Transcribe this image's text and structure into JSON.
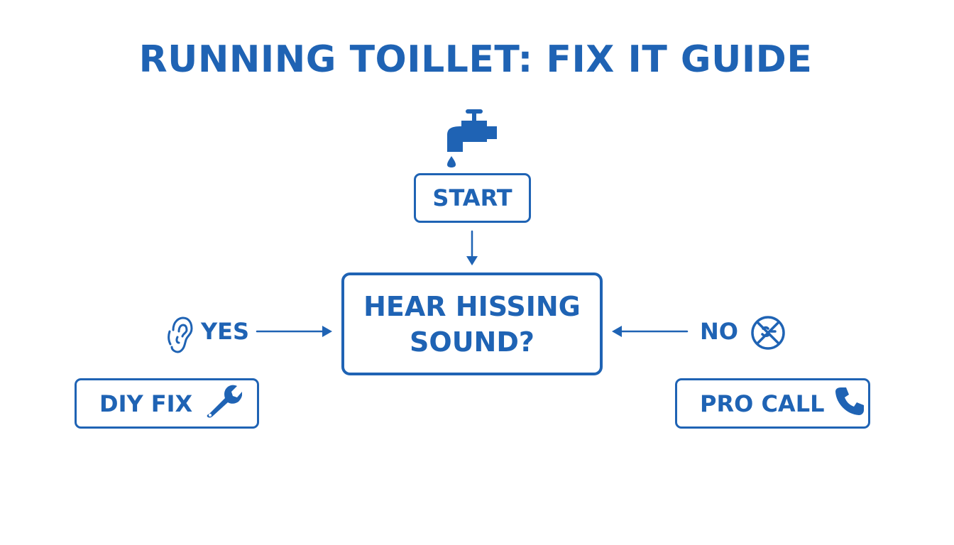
{
  "title": "RUNNING TOILLET: FIX IT GUIDE",
  "nodes": {
    "start": "START",
    "question_line1": "HEAR HISSING",
    "question_line2": "SOUND?",
    "diy": "DIY FIX",
    "pro": "PRO CALL"
  },
  "branches": {
    "yes": "YES",
    "no": "NO"
  },
  "icons": {
    "faucet": "faucet-icon",
    "ear": "ear-icon",
    "no_sound": "no-sound-icon",
    "wrench": "wrench-icon",
    "phone": "phone-icon"
  },
  "colors": {
    "primary": "#1f63b4",
    "background": "#ffffff"
  }
}
